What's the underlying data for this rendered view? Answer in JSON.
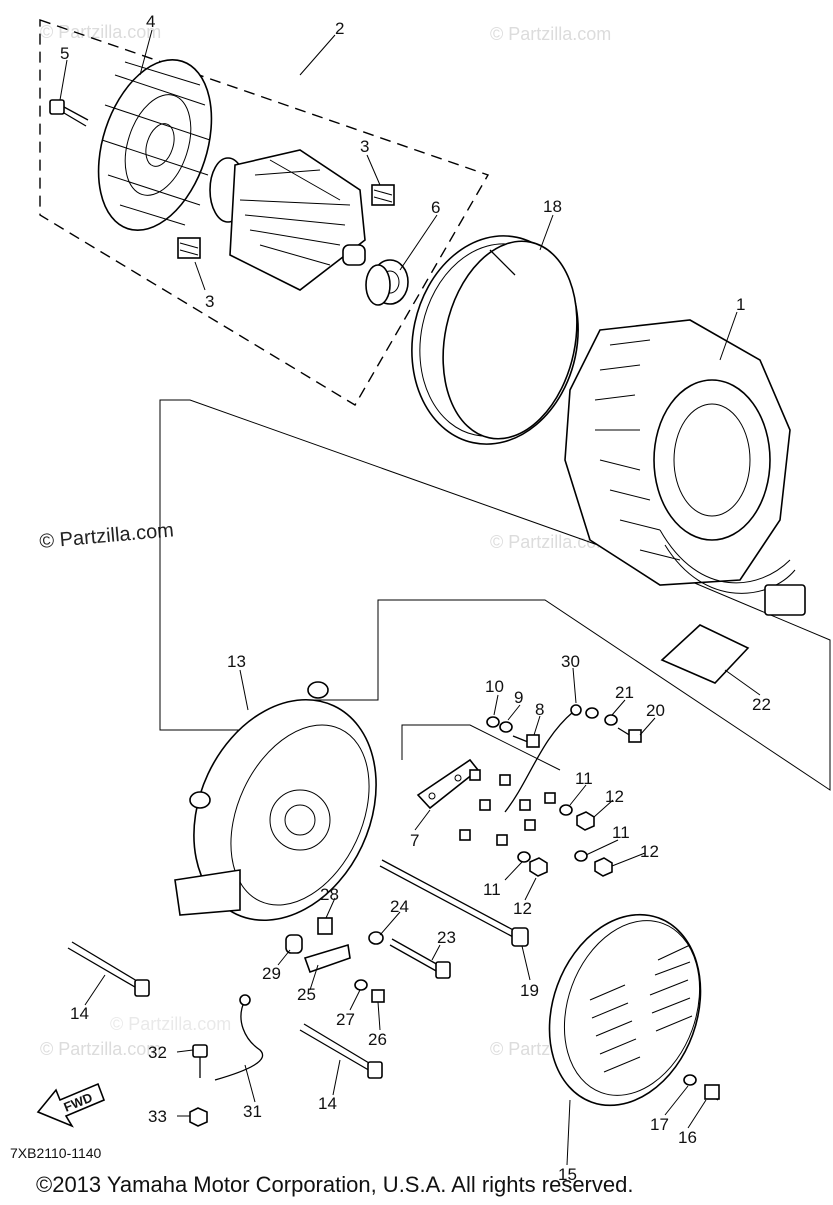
{
  "watermarks": [
    "© Partzilla.com",
    "© Partzilla.com",
    "© Partzilla.com",
    "© Partzilla.com",
    "© Partzilla.com",
    "© Partzilla.com"
  ],
  "watermark_main": "© Partzilla.com",
  "diagram_code": "7XB2110-1140",
  "fwd_label": "FWD",
  "copyright": "©2013 Yamaha Motor Corporation, U.S.A. All rights reserved.",
  "callouts": {
    "c1": "1",
    "c2": "2",
    "c3a": "3",
    "c3b": "3",
    "c4": "4",
    "c5": "5",
    "c6": "6",
    "c7": "7",
    "c8": "8",
    "c9": "9",
    "c10": "10",
    "c11a": "11",
    "c11b": "11",
    "c11c": "11",
    "c12a": "12",
    "c12b": "12",
    "c12c": "12",
    "c13": "13",
    "c14a": "14",
    "c14b": "14",
    "c15": "15",
    "c16": "16",
    "c17": "17",
    "c18": "18",
    "c19": "19",
    "c20": "20",
    "c21": "21",
    "c22": "22",
    "c23": "23",
    "c24": "24",
    "c25": "25",
    "c26": "26",
    "c27": "27",
    "c28": "28",
    "c29": "29",
    "c30": "30",
    "c31": "31",
    "c32": "32",
    "c33": "33"
  }
}
